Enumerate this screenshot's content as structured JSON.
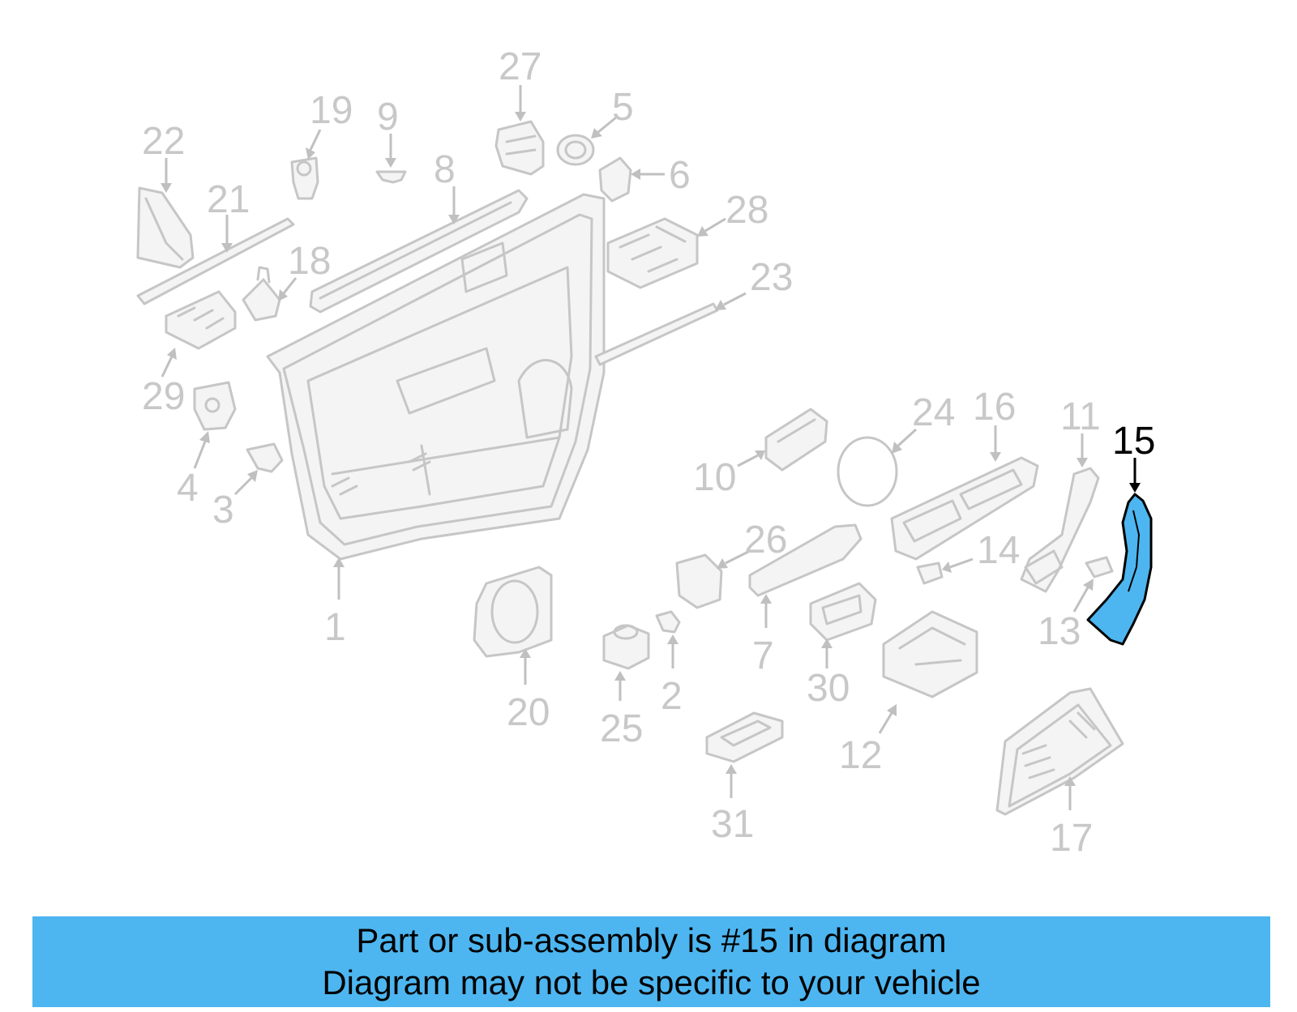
{
  "diagram": {
    "labels": [
      "1",
      "2",
      "3",
      "4",
      "5",
      "6",
      "7",
      "8",
      "9",
      "10",
      "11",
      "12",
      "13",
      "14",
      "15",
      "16",
      "17",
      "18",
      "19",
      "20",
      "21",
      "22",
      "23",
      "24",
      "25",
      "26",
      "27",
      "28",
      "29",
      "30",
      "31"
    ],
    "highlighted_label": "15",
    "highlight_color": "#4db6f0",
    "gray_color": "#c6c6c6"
  },
  "banner": {
    "line1": "Part or sub-assembly is #15 in diagram",
    "line2": "Diagram may not be specific to your vehicle",
    "color": "#4db6f0"
  }
}
